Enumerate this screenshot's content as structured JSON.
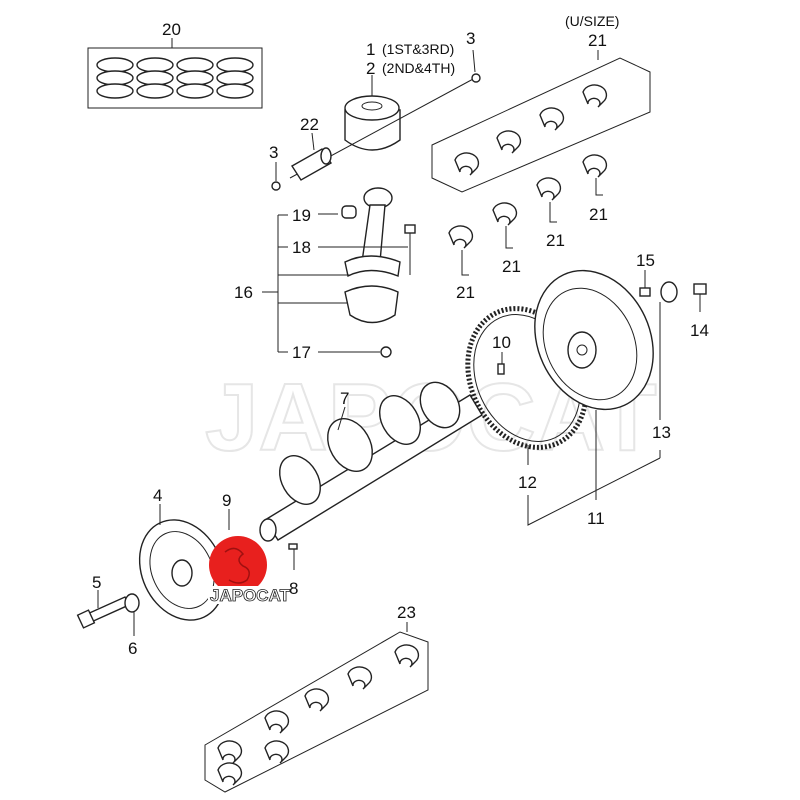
{
  "watermark": "JAPOCAT",
  "logo": {
    "text": "JAPOCAT",
    "color": "#e8201e"
  },
  "callouts": {
    "c20": "20",
    "c1": "1",
    "c1_note": "(1ST&3RD)",
    "c2": "2",
    "c2_note": "(2ND&4TH)",
    "c3a": "3",
    "c3b": "3",
    "c22": "22",
    "usize": "(U/SIZE)",
    "c21a": "21",
    "c21b": "21",
    "c21c": "21",
    "c21d": "21",
    "c21e": "21",
    "c19": "19",
    "c18": "18",
    "c16": "16",
    "c17": "17",
    "c15": "15",
    "c14": "14",
    "c10": "10",
    "c13": "13",
    "c7": "7",
    "c12": "12",
    "c11": "11",
    "c4": "4",
    "c9": "9",
    "c5": "5",
    "c6": "6",
    "c8": "8",
    "c23": "23"
  }
}
